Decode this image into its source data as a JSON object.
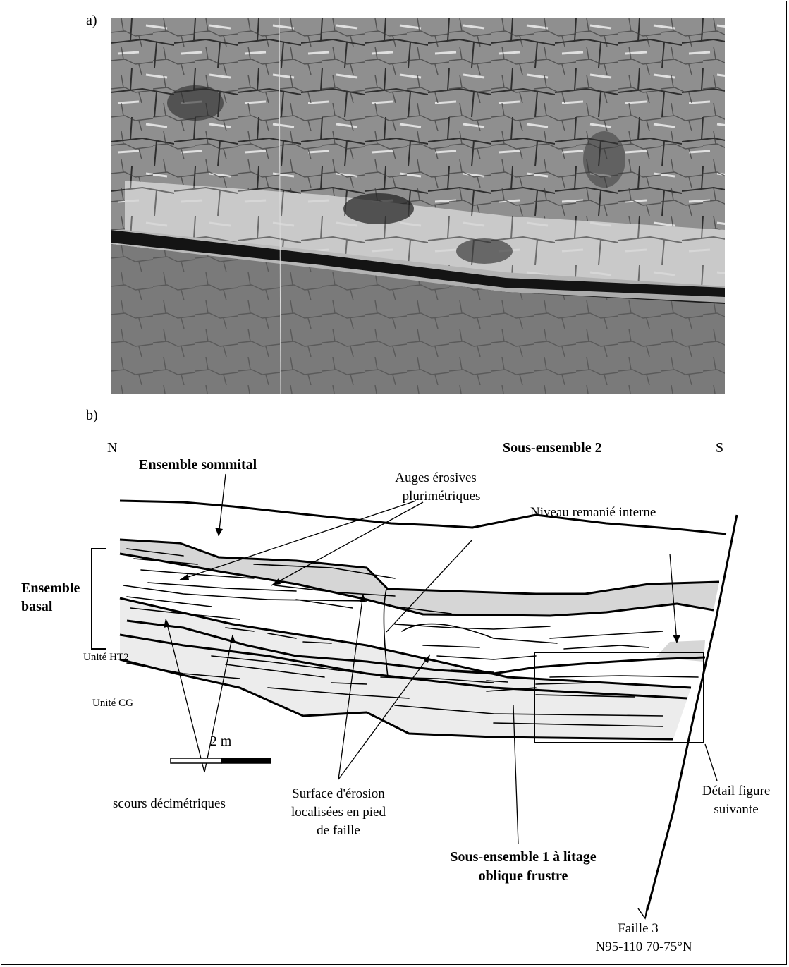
{
  "panels": {
    "a_label": "a)",
    "b_label": "b)"
  },
  "photo": {
    "description_icon": "outcrop-photo-icon"
  },
  "diagram": {
    "orientation": {
      "north": "N",
      "south": "S"
    },
    "labels": {
      "ensemble_sommital": "Ensemble sommital",
      "sous_ensemble_2": "Sous-ensemble 2",
      "auges_line1": "Auges érosives",
      "auges_line2": "plurimétriques",
      "niveau_remanie": "Niveau remanié interne",
      "ensemble_basal_line1": "Ensemble",
      "ensemble_basal_line2": "basal",
      "unite_ht2": "Unité HT2",
      "unite_cg": "Unité CG",
      "scours": "scours décimétriques",
      "surface_line1": "Surface d'érosion",
      "surface_line2": "localisées en pied",
      "surface_line3": "de faille",
      "detail_line1": "Détail figure",
      "detail_line2": "suivante",
      "sous_ensemble_1_line1": "Sous-ensemble 1 à litage",
      "sous_ensemble_1_line2": "oblique frustre",
      "scale_label": "2 m",
      "faille_line1": "Faille 3",
      "faille_line2": "N95-110 70-75°N"
    },
    "colors": {
      "sommital_fill": "#d6d6d6",
      "unit_fill": "#ececec",
      "ink": "#000000"
    }
  }
}
